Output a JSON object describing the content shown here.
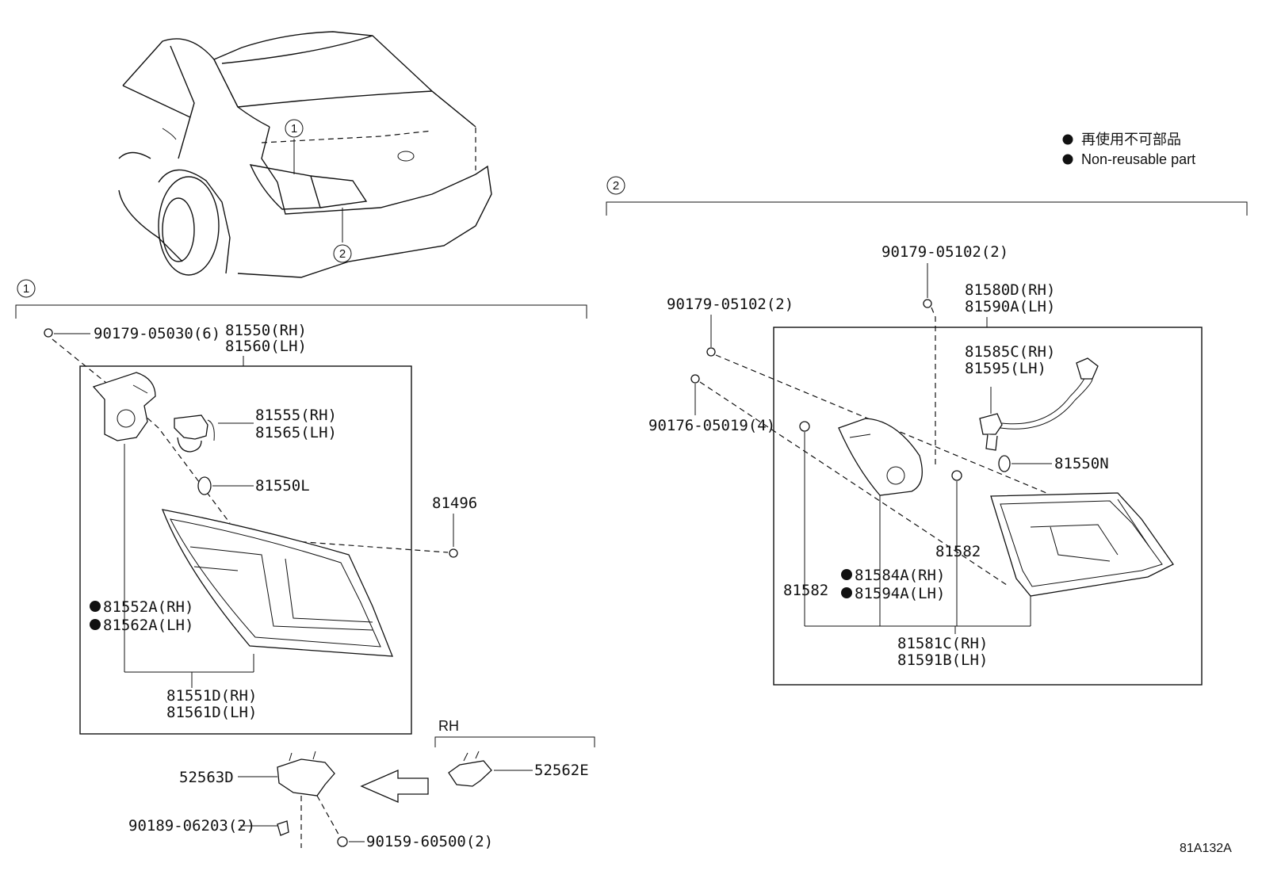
{
  "legend": {
    "jp": "再使用不可部品",
    "en": "Non-reusable part"
  },
  "callouts": {
    "c1": "1",
    "c2": "2"
  },
  "group1": {
    "clip_label": "90179-05030(6)",
    "assy_rh": "81550(RH)",
    "assy_lh": "81560(LH)",
    "socket_rh": "81555(RH)",
    "socket_lh": "81565(LH)",
    "bulb": "81550L",
    "nut": "81496",
    "gasket_rh": "81552A(RH)",
    "gasket_lh": "81562A(LH)",
    "lens_rh": "81551D(RH)",
    "lens_lh": "81561D(LH)"
  },
  "bracket": {
    "rh": "RH",
    "left_part": "52563D",
    "right_part": "52562E",
    "screw_a": "90189-06203(2)",
    "screw_b": "90159-60500(2)"
  },
  "group2": {
    "clip_top": "90179-05102(2)",
    "clip_left": "90179-05102(2)",
    "clip_lower": "90176-05019(4)",
    "assy_rh": "81580D(RH)",
    "assy_lh": "81590A(LH)",
    "socket_rh": "81585C(RH)",
    "socket_lh": "81595(LH)",
    "bulb": "81550N",
    "cushion_right": "81582",
    "cushion_left": "81582",
    "gasket_rh": "81584A(RH)",
    "gasket_lh": "81594A(LH)",
    "lens_rh": "81581C(RH)",
    "lens_lh": "81591B(LH)"
  },
  "figure_code": "81A132A"
}
